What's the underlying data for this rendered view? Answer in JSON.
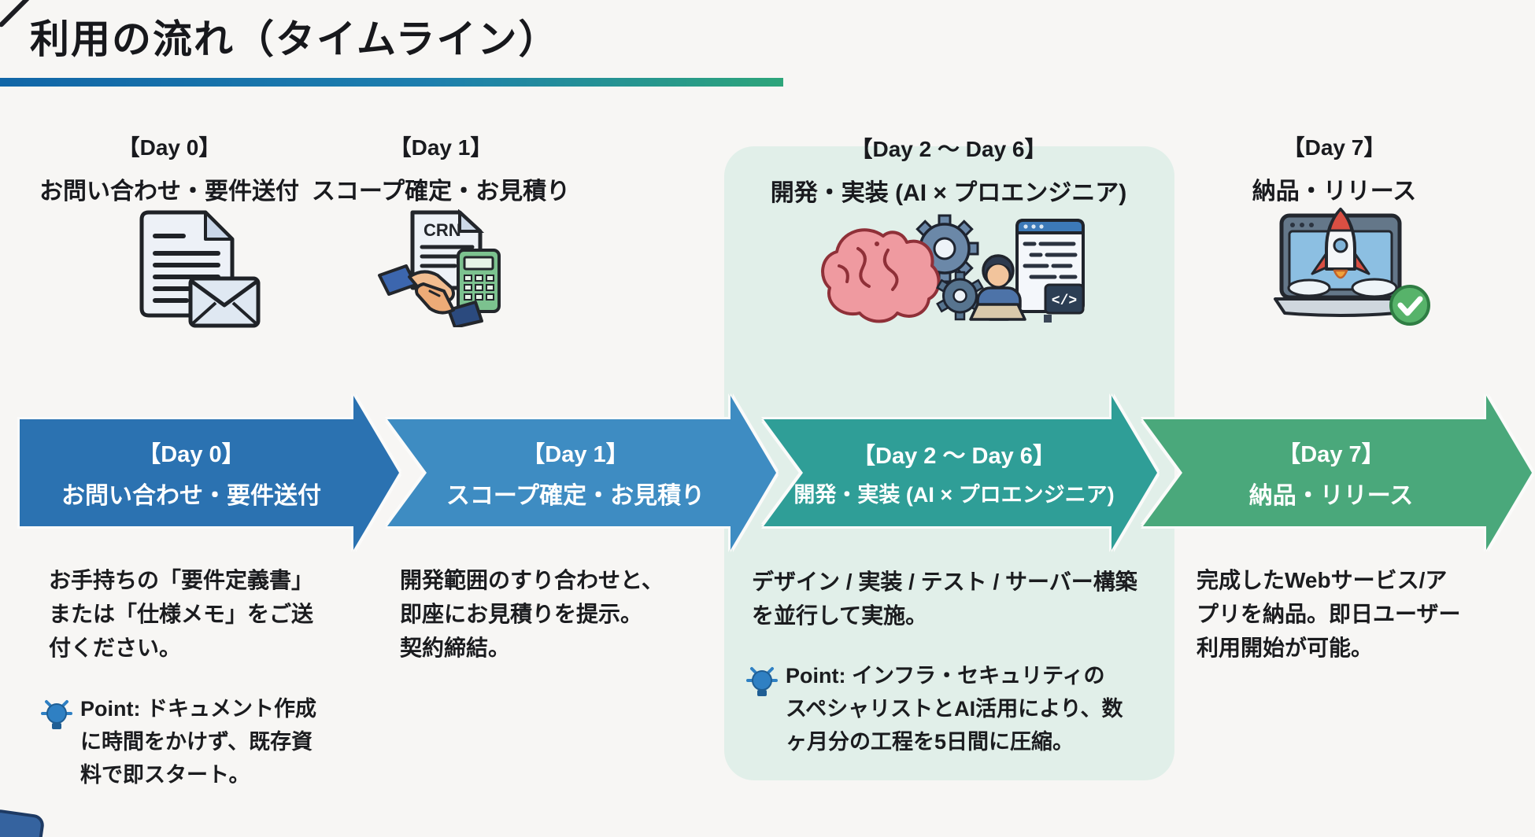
{
  "title": "利用の流れ（タイムライン）",
  "colors": {
    "background": "#f7f6f4",
    "underline_start": "#1166a7",
    "underline_end": "#2da57a",
    "highlight_panel_bg": "#e1efe9",
    "arrow_text": "#ffffff",
    "arrow_day0": "#2b72b1",
    "arrow_day1": "#3e8cc2",
    "arrow_day2_6": "#2f9e97",
    "arrow_day7": "#4aa87b",
    "point_bulb": "#2f80c3"
  },
  "columns": [
    {
      "day": "【Day 0】",
      "stage": "お問い合わせ・要件送付",
      "icon": "document-mail-icon",
      "arrow_line1": "【Day 0】",
      "arrow_line2": "お問い合わせ・要件送付",
      "arrow_color": "#2b72b1",
      "desc_lines": [
        "お手持ちの「要件定義書」",
        "または「仕様メモ」をご送",
        "付ください。"
      ],
      "point_lines": [
        "Point: ドキュメント作成",
        "に時間をかけず、既存資",
        "料で即スタート。"
      ]
    },
    {
      "day": "【Day 1】",
      "stage": "スコープ確定・お見積り",
      "icon": "contract-handshake-calculator-icon",
      "doc_label": "CRN",
      "arrow_line1": "【Day 1】",
      "arrow_line2": "スコープ確定・お見積り",
      "arrow_color": "#3e8cc2",
      "desc_lines": [
        "開発範囲のすり合わせと、",
        "即座にお見積りを提示。",
        "契約締結。"
      ]
    },
    {
      "day": "【Day 2 ～ Day 6】",
      "stage": "開発・実装 (AI × プロエンジニア)",
      "icon": "ai-brain-engineer-icon",
      "highlighted": true,
      "code_badge": "</>",
      "arrow_line1": "【Day 2 ～ Day 6】",
      "arrow_line2": "開発・実装 (AI × プロエンジニア)",
      "arrow_color": "#2f9e97",
      "desc_lines": [
        "デザイン / 実装 / テスト / サーバー構築",
        "を並行して実施。"
      ],
      "point_lines": [
        "Point: インフラ・セキュリティの",
        "スペシャリストとAI活用により、数",
        "ヶ月分の工程を5日間に圧縮。"
      ]
    },
    {
      "day": "【Day 7】",
      "stage": "納品・リリース",
      "icon": "launch-laptop-rocket-icon",
      "arrow_line1": "【Day 7】",
      "arrow_line2": "納品・リリース",
      "arrow_color": "#4aa87b",
      "desc_lines": [
        "完成したWebサービス/ア",
        "プリを納品。即日ユーザー",
        "利用開始が可能。"
      ]
    }
  ]
}
